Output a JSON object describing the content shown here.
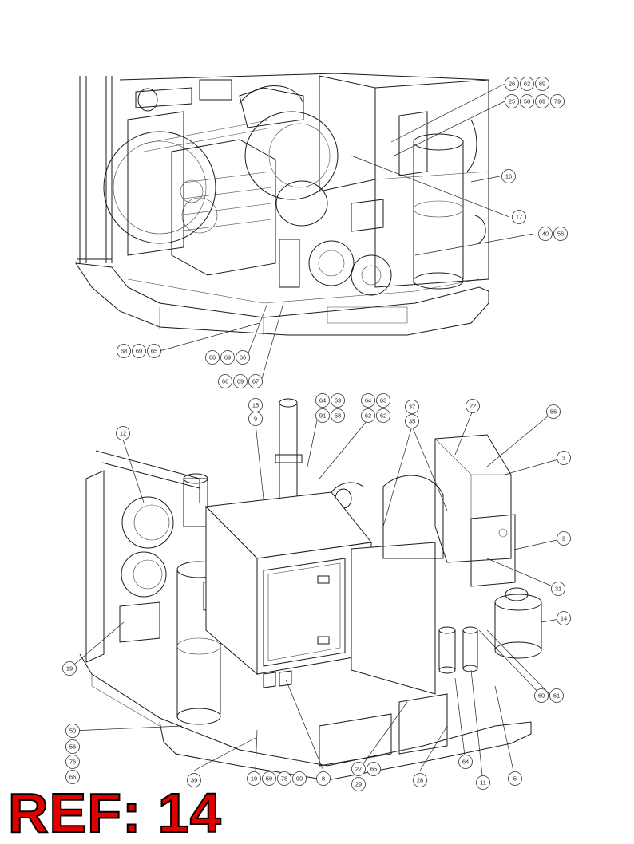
{
  "ref_label": "REF: 14",
  "colors": {
    "ref_fill": "#e00000",
    "ref_outline": "#000000",
    "line": "#1a1a1a"
  },
  "views": {
    "top_view": {
      "balloons": [
        "26",
        "62",
        "89",
        "25",
        "58",
        "89",
        "79",
        "16",
        "17",
        "40",
        "56",
        "68",
        "69",
        "65",
        "66",
        "69",
        "66",
        "66",
        "69",
        "67"
      ]
    },
    "bottom_view": {
      "balloons": [
        "15",
        "9",
        "64",
        "63",
        "91",
        "58",
        "64",
        "63",
        "62",
        "62",
        "37",
        "35",
        "22",
        "56",
        "3",
        "12",
        "2",
        "31",
        "14",
        "19",
        "60",
        "61",
        "50",
        "56",
        "76",
        "66",
        "39",
        "19",
        "59",
        "78",
        "90",
        "8",
        "27",
        "65",
        "29",
        "28",
        "64",
        "11",
        "5"
      ]
    }
  }
}
